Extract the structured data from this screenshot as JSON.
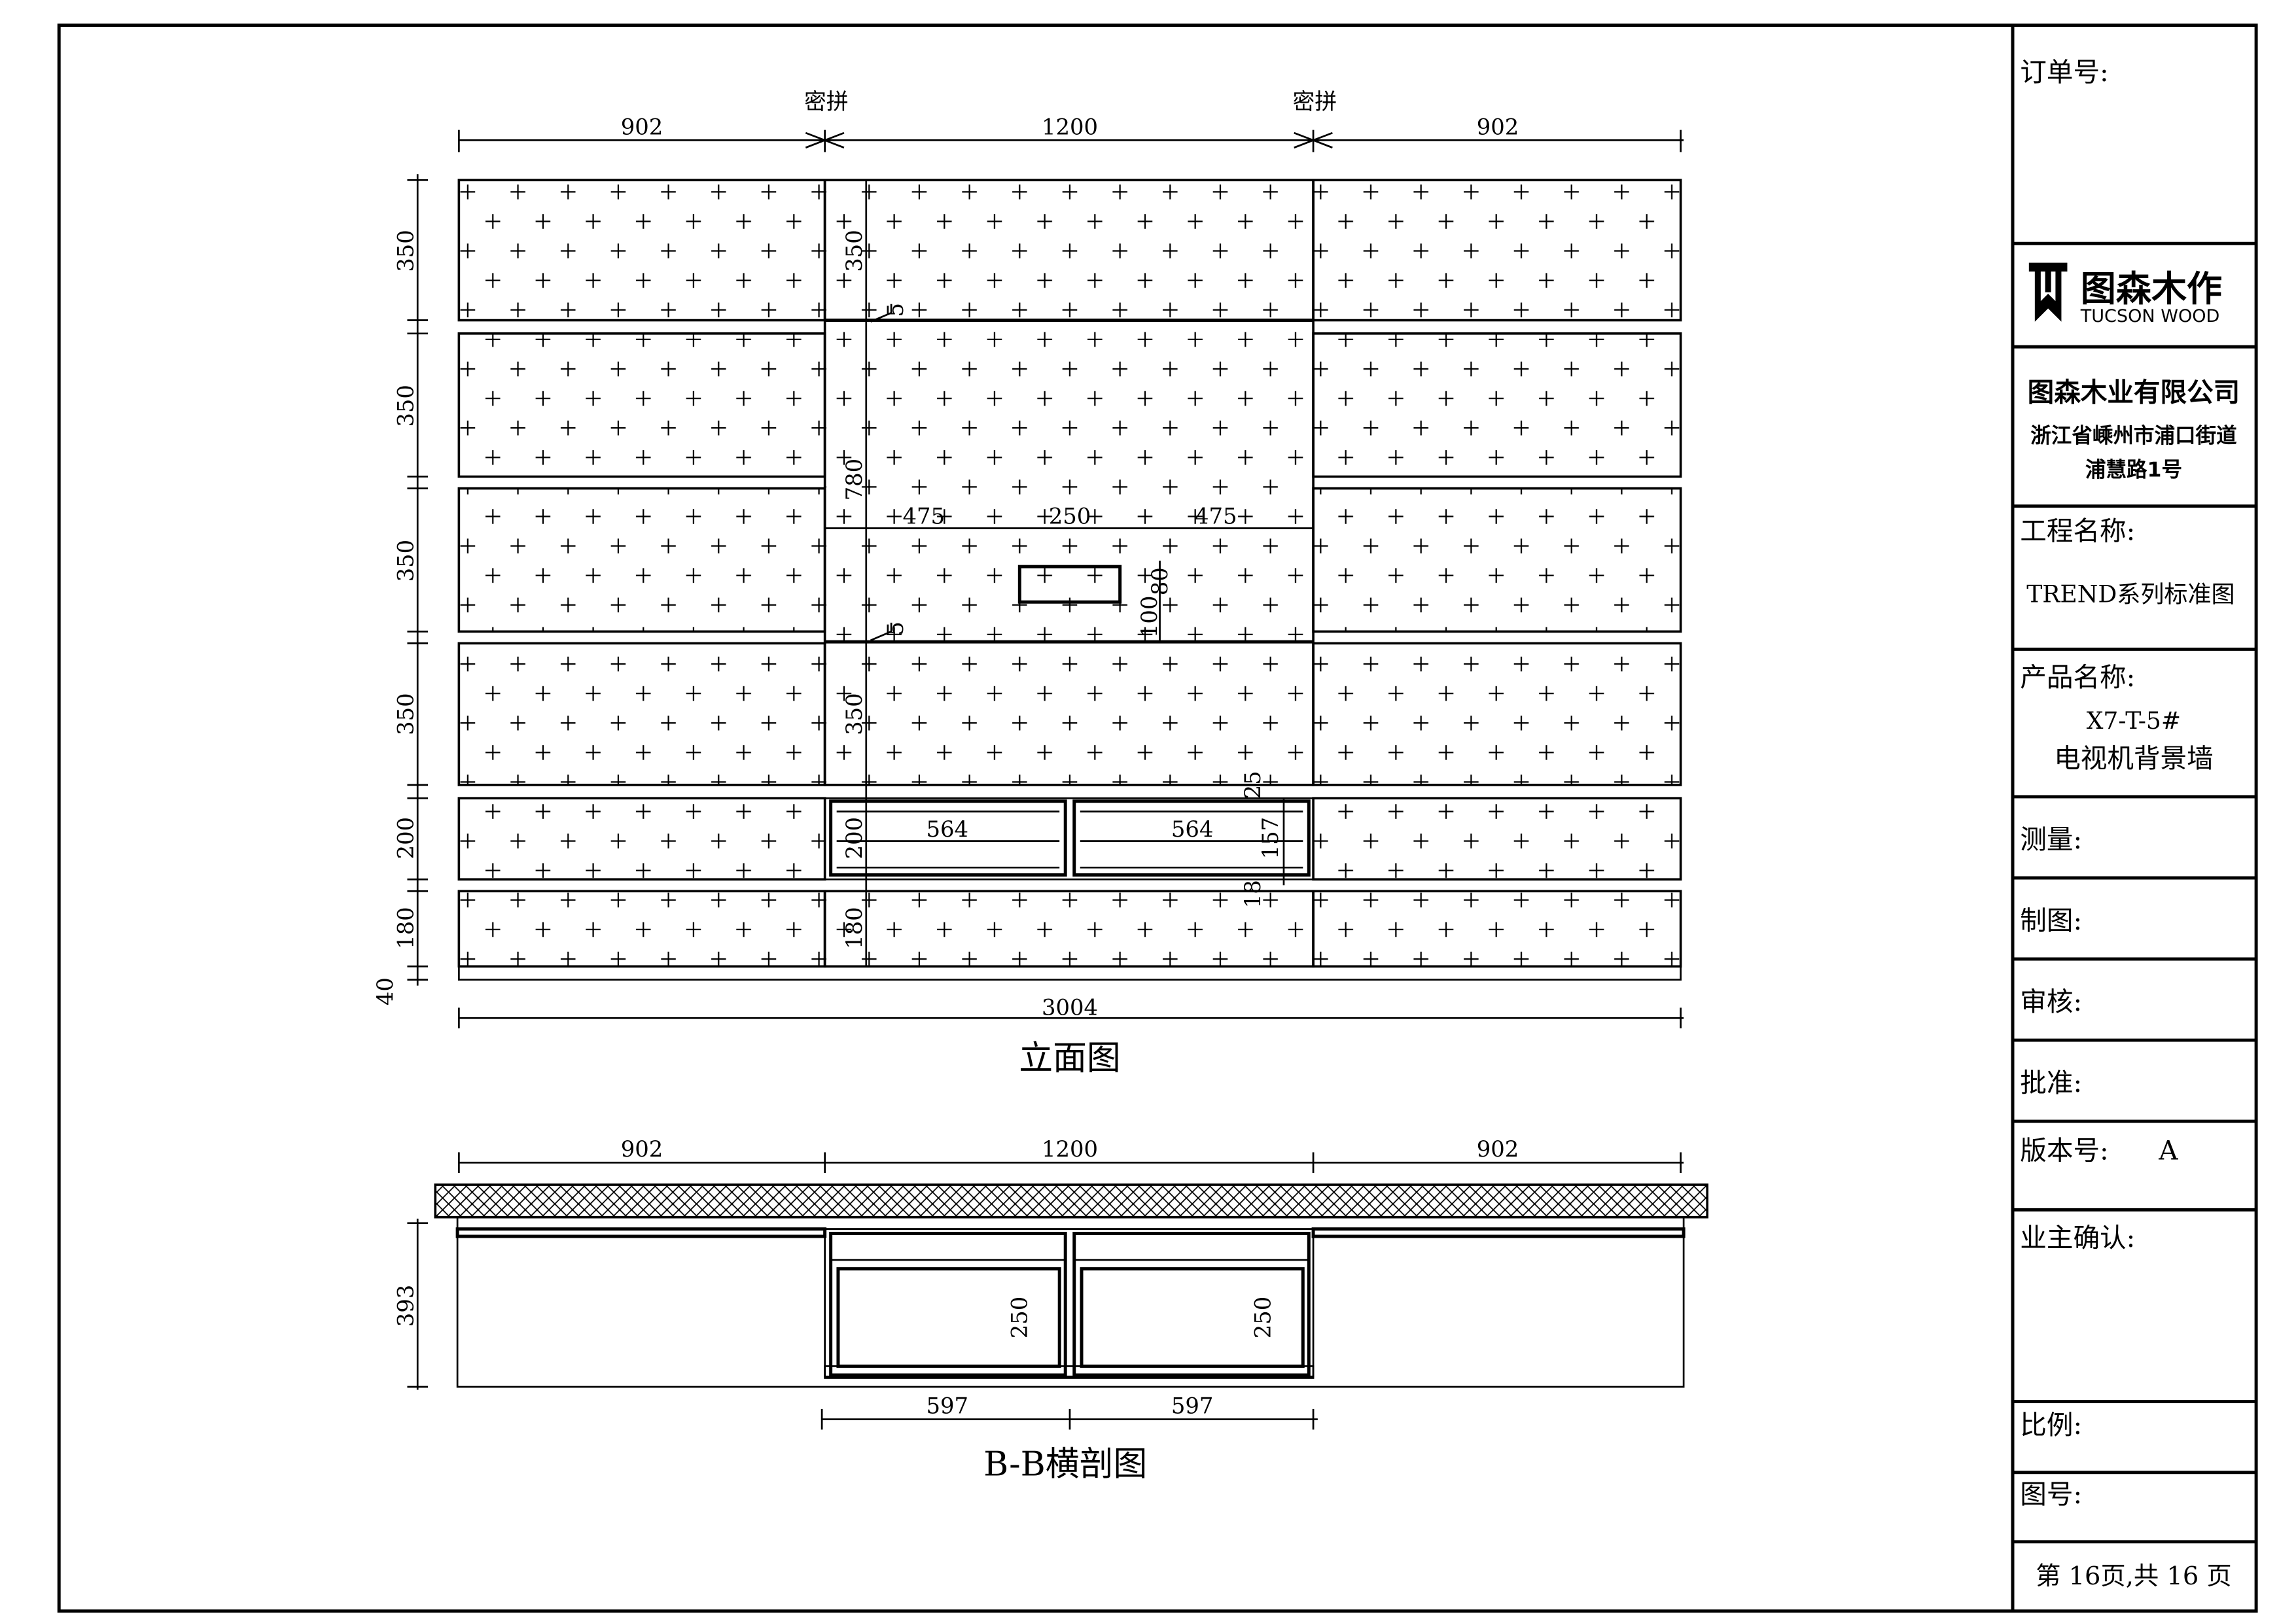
{
  "elevation": {
    "title": "立面图",
    "seam_label": "密拼",
    "top_dims": [
      "902",
      "1200",
      "902"
    ],
    "left_dims": [
      "350",
      "350",
      "350",
      "350",
      "200",
      "180",
      "40"
    ],
    "inner_dims": {
      "upper": "350",
      "middle": "780",
      "lower": "350",
      "gap_top": "5",
      "gap_bottom": "5",
      "left": "475",
      "center": "250",
      "right": "475",
      "h100": "100",
      "h80": "80",
      "drawer_h": "200",
      "base_h": "180",
      "d25": "25",
      "d157": "157",
      "d18": "18"
    },
    "drawer_widths": [
      "564",
      "564"
    ],
    "total_width": "3004"
  },
  "section": {
    "title": "B-B横剖图",
    "top_dims": [
      "902",
      "1200",
      "902"
    ],
    "height": "393",
    "drawer_depths": [
      "250",
      "250"
    ],
    "drawer_widths": [
      "597",
      "597"
    ]
  },
  "title_block": {
    "order_no_label": "订单号:",
    "logo_cn": "图森木作",
    "logo_en": "TUCSON WOOD",
    "company": "图森木业有限公司",
    "address_1": "浙江省嵊州市浦口街道",
    "address_2": "浦慧路1号",
    "project_label": "工程名称:",
    "project_value": "TREND系列标准图",
    "product_label": "产品名称:",
    "product_code": "X7-T-5#",
    "product_name": "电视机背景墙",
    "measure_label": "测量:",
    "drawn_label": "制图:",
    "review_label": "审核:",
    "approve_label": "批准:",
    "version_label": "版本号:",
    "version_value": "A",
    "owner_label": "业主确认:",
    "scale_label": "比例:",
    "drawing_no_label": "图号:",
    "page": "第 16页,共 16 页"
  }
}
